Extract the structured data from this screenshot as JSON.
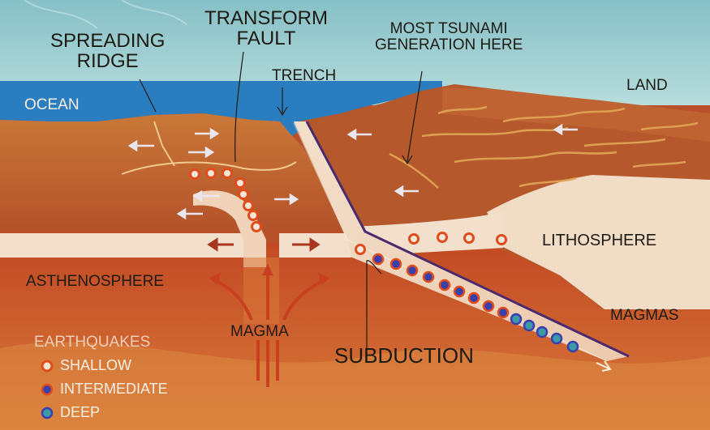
{
  "labels": {
    "spreading_ridge": [
      "SPREADING",
      "RIDGE"
    ],
    "transform_fault": [
      "TRANSFORM",
      "FAULT"
    ],
    "trench": "TRENCH",
    "tsunami": [
      "MOST TSUNAMI",
      "GENERATION HERE"
    ],
    "ocean": "OCEAN",
    "land": "LAND",
    "lithosphere": "LITHOSPHERE",
    "asthenosphere": "ASTHENOSPHERE",
    "magmas": "MAGMAS",
    "magma": "MAGMA",
    "subduction": "SUBDUCTION"
  },
  "legend": {
    "title": "EARTHQUAKES",
    "items": [
      {
        "label": "SHALLOW",
        "kind": "shallow"
      },
      {
        "label": "INTERMEDIATE",
        "kind": "intermediate"
      },
      {
        "label": "DEEP",
        "kind": "deep"
      }
    ]
  },
  "colors": {
    "sky": "#9fcfd2",
    "ocean": "#2b7fc0",
    "crust": "#b9622d",
    "crust_light": "#d98a44",
    "lithosphere_band": "#f4dcc6",
    "asthenosphere": "#c4552a",
    "quake_shallow": "#e8501e",
    "quake_intermediate": "#3a3fae",
    "quake_deep": "#3f9aa8"
  }
}
